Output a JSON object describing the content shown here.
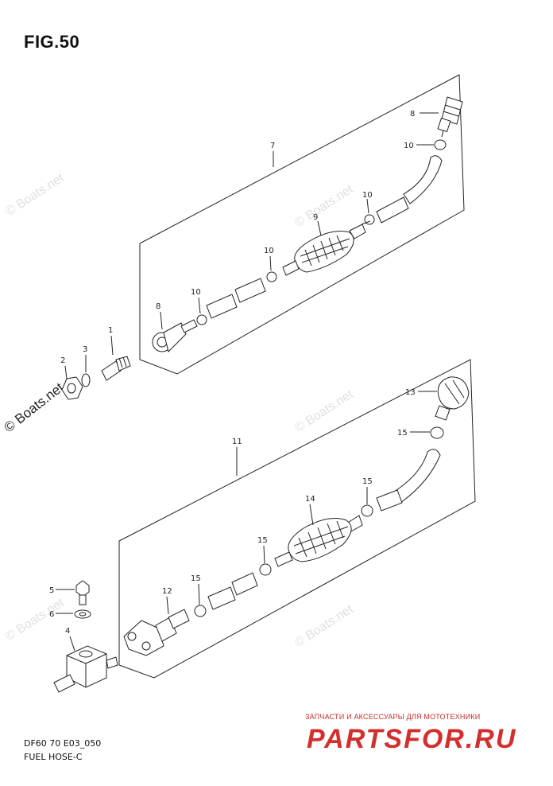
{
  "figure": {
    "title": "FIG.50",
    "code": "DF60 70 E03_050",
    "name": "FUEL HOSE-C"
  },
  "callouts": {
    "c1": "1",
    "c2": "2",
    "c3": "3",
    "c4": "4",
    "c5": "5",
    "c6": "6",
    "c7": "7",
    "c8a": "8",
    "c8b": "8",
    "c9": "9",
    "c10a": "10",
    "c10b": "10",
    "c10c": "10",
    "c10d": "10",
    "c11": "11",
    "c12": "12",
    "c13": "13",
    "c14": "14",
    "c15a": "15",
    "c15b": "15",
    "c15c": "15",
    "c15d": "15"
  },
  "watermark": {
    "text": "© Boats.net"
  },
  "brand": {
    "tagline": "ЗАПЧАСТИ И АКСЕССУАРЫ ДЛЯ МОТОТЕХНИКИ",
    "logo": "PARTSFOR.RU"
  },
  "colors": {
    "line": "#222222",
    "brand_red": "#d32f2f"
  }
}
